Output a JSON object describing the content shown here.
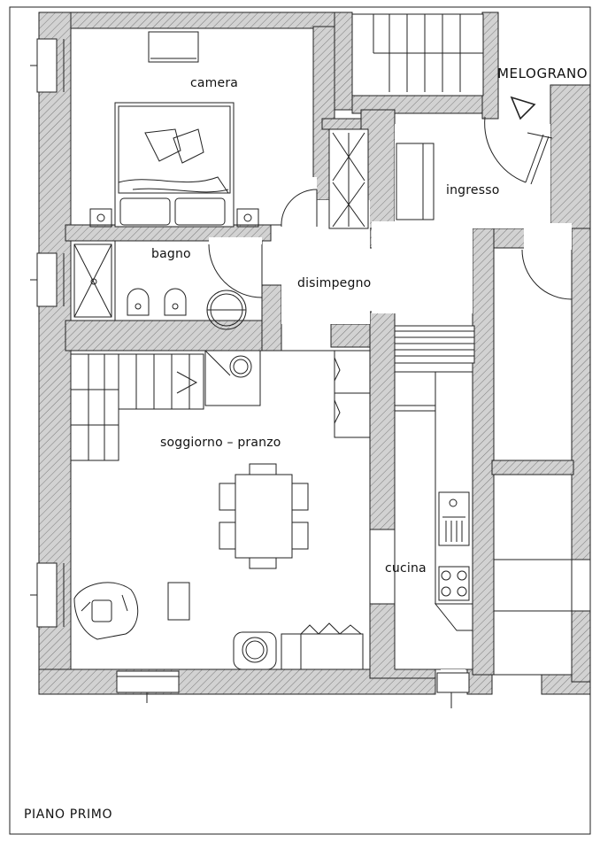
{
  "plan": {
    "level_label": "PIANO PRIMO",
    "property_name": "MELOGRANO",
    "rooms": {
      "camera": "camera",
      "bagno": "bagno",
      "disimpegno": "disimpegno",
      "ingresso": "ingresso",
      "soggiorno": "soggiorno – pranzo",
      "cucina": "cucina"
    },
    "colors": {
      "wall_fill": "#c8c8c8",
      "line": "#222222",
      "background": "#ffffff"
    }
  }
}
